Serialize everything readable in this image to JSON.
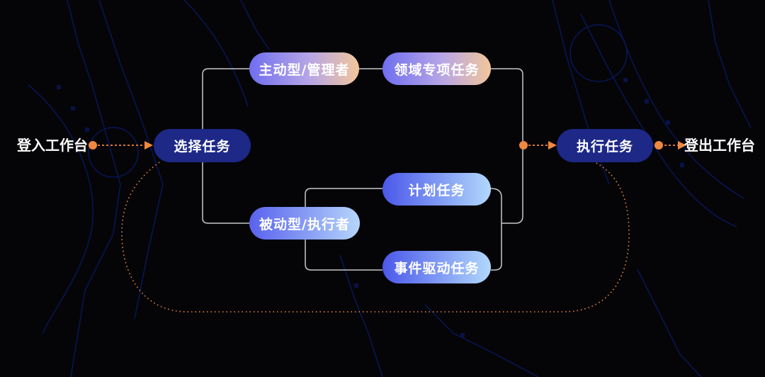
{
  "diagram": {
    "start_label": "登入工作台",
    "end_label": "登出工作台",
    "nodes": {
      "select": "选择任务",
      "active_role": "主动型/管理者",
      "domain_task": "领域专项任务",
      "passive_role": "被动型/执行者",
      "plan_task": "计划任务",
      "event_task": "事件驱动任务",
      "execute": "执行任务"
    }
  },
  "colors": {
    "background": "#050508",
    "dark_node": "#1d2887",
    "connector": "#c8c8c8",
    "accent_orange": "#f08840",
    "background_pattern": "#0a1a6a"
  }
}
